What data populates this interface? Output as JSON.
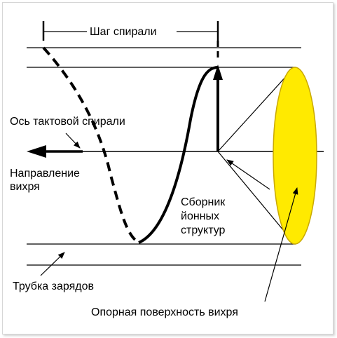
{
  "labels": {
    "pitch": "Шаг спирали",
    "axis": "Ось тактовой спирали",
    "direction_line1": "Направление",
    "direction_line2": "вихря",
    "collector_line1": "Сборник",
    "collector_line2": "йонных",
    "collector_line3": "структур",
    "tube": "Трубка зарядов",
    "surface": "Опорная поверхность вихря"
  },
  "colors": {
    "ellipse_fill": "#ffea00",
    "ellipse_stroke": "#c9a800",
    "line": "#000000",
    "frame_border": "#d6d6d6"
  }
}
